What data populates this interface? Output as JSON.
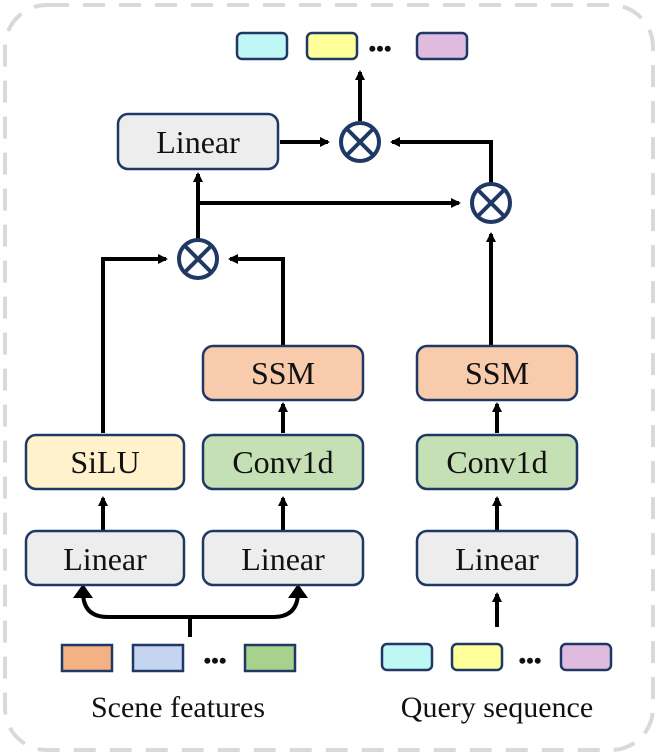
{
  "diagram": {
    "title": "",
    "colors": {
      "frame": "#d9d9d9",
      "stroke": "#1f3864",
      "arrow": "#000000",
      "linear_fill": "#ededed",
      "ssm_fill": "#f8cbad",
      "conv_fill": "#c5e0b4",
      "silu_fill": "#fff2cc"
    },
    "blocks": {
      "out_linear": "Linear",
      "silu": "SiLU",
      "scene_ssm": "SSM",
      "scene_conv": "Conv1d",
      "scene_linear_left": "Linear",
      "scene_linear_right": "Linear",
      "query_ssm": "SSM",
      "query_conv": "Conv1d",
      "query_linear": "Linear"
    },
    "operators": {
      "multiply_symbol": "⊗"
    },
    "tokens": {
      "output": [
        "#bff7f5",
        "#ffff99",
        "#e0bbe0"
      ],
      "scene": [
        "#f4b183",
        "#c5d4f0",
        "#a9d18e"
      ],
      "query": [
        "#bff7f5",
        "#ffff99",
        "#e0bbe0"
      ],
      "ellipsis": "•••"
    },
    "captions": {
      "scene": "Scene features",
      "query": "Query sequence"
    }
  }
}
